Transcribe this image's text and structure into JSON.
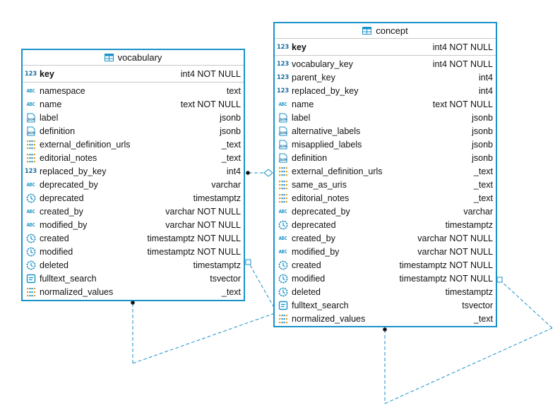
{
  "colors": {
    "accent": "#1a92c8",
    "divider": "#c8c8c8",
    "text": "#111111"
  },
  "entities": {
    "vocabulary": {
      "title": "vocabulary",
      "pk": {
        "name": "key",
        "type": "int4 NOT NULL",
        "icon": "numeric-icon"
      },
      "columns": [
        {
          "name": "namespace",
          "type": "text",
          "icon": "text-icon"
        },
        {
          "name": "name",
          "type": "text NOT NULL",
          "icon": "text-icon"
        },
        {
          "name": "label",
          "type": "jsonb",
          "icon": "json-icon"
        },
        {
          "name": "definition",
          "type": "jsonb",
          "icon": "json-icon"
        },
        {
          "name": "external_definition_urls",
          "type": "_text",
          "icon": "array-icon"
        },
        {
          "name": "editorial_notes",
          "type": "_text",
          "icon": "array-icon"
        },
        {
          "name": "replaced_by_key",
          "type": "int4",
          "icon": "numeric-icon"
        },
        {
          "name": "deprecated_by",
          "type": "varchar",
          "icon": "text-icon"
        },
        {
          "name": "deprecated",
          "type": "timestamptz",
          "icon": "clock-icon"
        },
        {
          "name": "created_by",
          "type": "varchar NOT NULL",
          "icon": "text-icon"
        },
        {
          "name": "modified_by",
          "type": "varchar NOT NULL",
          "icon": "text-icon"
        },
        {
          "name": "created",
          "type": "timestamptz NOT NULL",
          "icon": "clock-icon"
        },
        {
          "name": "modified",
          "type": "timestamptz NOT NULL",
          "icon": "clock-icon"
        },
        {
          "name": "deleted",
          "type": "timestamptz",
          "icon": "clock-icon"
        },
        {
          "name": "fulltext_search",
          "type": "tsvector",
          "icon": "document-icon"
        },
        {
          "name": "normalized_values",
          "type": "_text",
          "icon": "array-icon"
        }
      ]
    },
    "concept": {
      "title": "concept",
      "pk": {
        "name": "key",
        "type": "int4 NOT NULL",
        "icon": "numeric-icon"
      },
      "columns": [
        {
          "name": "vocabulary_key",
          "type": "int4 NOT NULL",
          "icon": "numeric-icon"
        },
        {
          "name": "parent_key",
          "type": "int4",
          "icon": "numeric-icon"
        },
        {
          "name": "replaced_by_key",
          "type": "int4",
          "icon": "numeric-icon"
        },
        {
          "name": "name",
          "type": "text NOT NULL",
          "icon": "text-icon"
        },
        {
          "name": "label",
          "type": "jsonb",
          "icon": "json-icon"
        },
        {
          "name": "alternative_labels",
          "type": "jsonb",
          "icon": "json-icon"
        },
        {
          "name": "misapplied_labels",
          "type": "jsonb",
          "icon": "json-icon"
        },
        {
          "name": "definition",
          "type": "jsonb",
          "icon": "json-icon"
        },
        {
          "name": "external_definition_urls",
          "type": "_text",
          "icon": "array-icon"
        },
        {
          "name": "same_as_uris",
          "type": "_text",
          "icon": "array-icon"
        },
        {
          "name": "editorial_notes",
          "type": "_text",
          "icon": "array-icon"
        },
        {
          "name": "deprecated_by",
          "type": "varchar",
          "icon": "text-icon"
        },
        {
          "name": "deprecated",
          "type": "timestamptz",
          "icon": "clock-icon"
        },
        {
          "name": "created_by",
          "type": "varchar NOT NULL",
          "icon": "text-icon"
        },
        {
          "name": "modified_by",
          "type": "varchar NOT NULL",
          "icon": "text-icon"
        },
        {
          "name": "created",
          "type": "timestamptz NOT NULL",
          "icon": "clock-icon"
        },
        {
          "name": "modified",
          "type": "timestamptz NOT NULL",
          "icon": "clock-icon"
        },
        {
          "name": "deleted",
          "type": "timestamptz",
          "icon": "clock-icon"
        },
        {
          "name": "fulltext_search",
          "type": "tsvector",
          "icon": "document-icon"
        },
        {
          "name": "normalized_values",
          "type": "_text",
          "icon": "array-icon"
        }
      ]
    }
  }
}
